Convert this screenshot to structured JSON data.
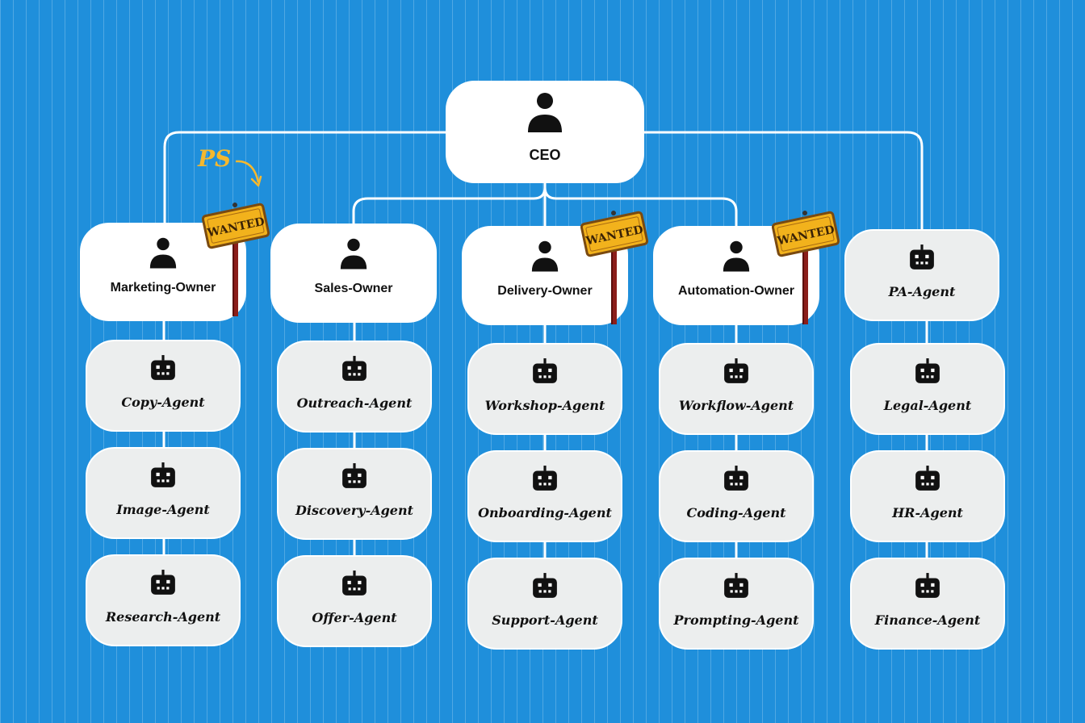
{
  "ceo": {
    "label": "CEO",
    "icon": "person-icon"
  },
  "annotation": {
    "text": "PS",
    "color": "#f5b82e"
  },
  "sign_text": "WANTED",
  "colors": {
    "background": "#1f8fdb",
    "human_node": "#ffffff",
    "agent_node": "#eceeee",
    "line": "#ffffff",
    "sign": "#f2b21c"
  },
  "columns": [
    {
      "owner": {
        "label": "Marketing-Owner",
        "icon": "person-icon",
        "wanted": true
      },
      "agents": [
        {
          "label": "Copy-Agent"
        },
        {
          "label": "Image-Agent"
        },
        {
          "label": "Research-Agent"
        }
      ]
    },
    {
      "owner": {
        "label": "Sales-Owner",
        "icon": "person-icon",
        "wanted": false
      },
      "agents": [
        {
          "label": "Outreach-Agent"
        },
        {
          "label": "Discovery-Agent"
        },
        {
          "label": "Offer-Agent"
        }
      ]
    },
    {
      "owner": {
        "label": "Delivery-Owner",
        "icon": "person-icon",
        "wanted": true
      },
      "agents": [
        {
          "label": "Workshop-Agent"
        },
        {
          "label": "Onboarding-Agent"
        },
        {
          "label": "Support-Agent"
        }
      ]
    },
    {
      "owner": {
        "label": "Automation-Owner",
        "icon": "person-icon",
        "wanted": true
      },
      "agents": [
        {
          "label": "Workflow-Agent"
        },
        {
          "label": "Coding-Agent"
        },
        {
          "label": "Prompting-Agent"
        }
      ]
    },
    {
      "owner": {
        "label": "PA-Agent",
        "icon": "robot-icon",
        "wanted": false
      },
      "agents": [
        {
          "label": "Legal-Agent"
        },
        {
          "label": "HR-Agent"
        },
        {
          "label": "Finance-Agent"
        }
      ]
    }
  ]
}
